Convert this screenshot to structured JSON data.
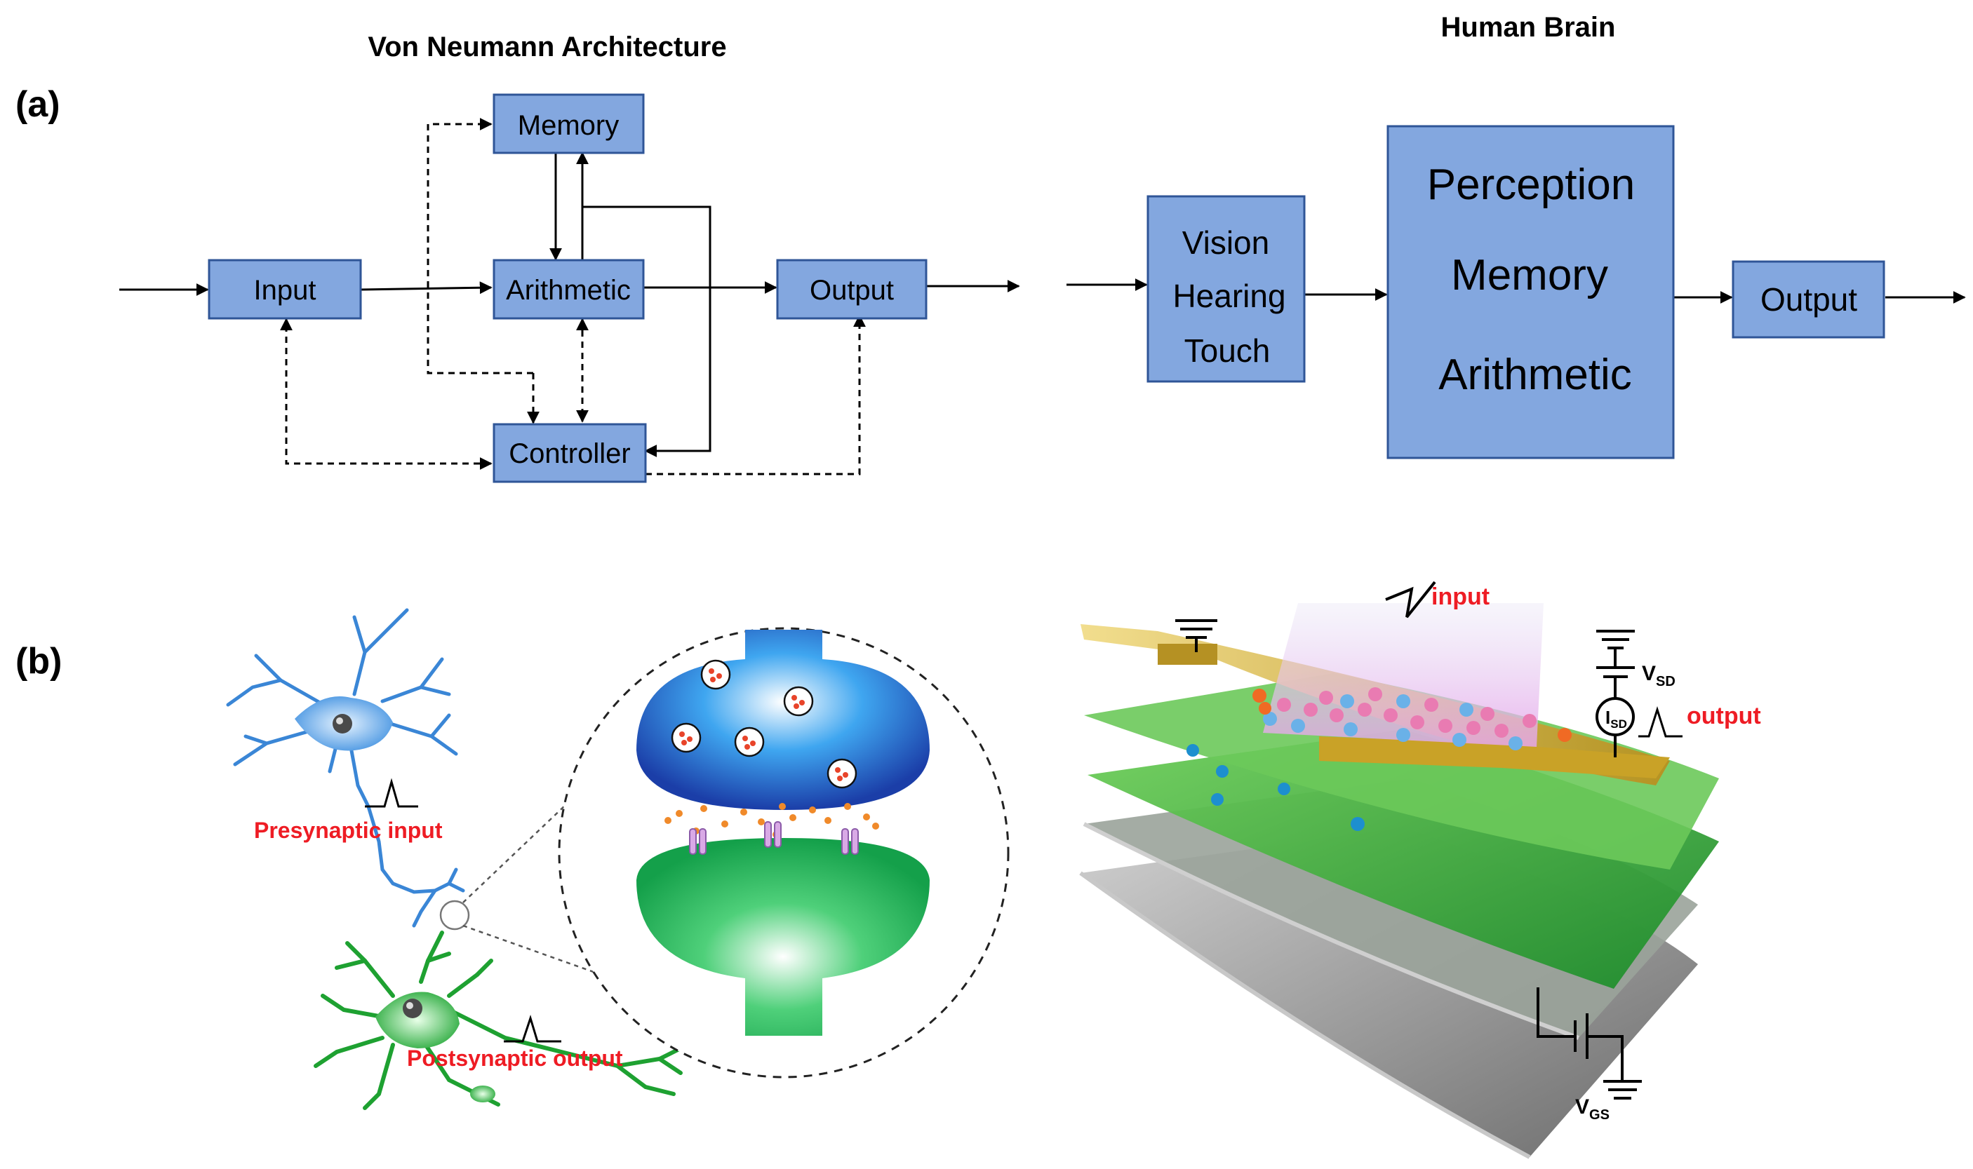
{
  "panel_a": {
    "label": "(a)",
    "von_neumann": {
      "title": "Von Neumann Architecture",
      "memory": "Memory",
      "input": "Input",
      "arithmetic": "Arithmetic",
      "output": "Output",
      "controller": "Controller"
    },
    "human_brain": {
      "title": "Human Brain",
      "senses": [
        "Vision",
        "Hearing",
        "Touch"
      ],
      "processing": [
        "Perception",
        "Memory",
        "Arithmetic"
      ],
      "output": "Output"
    }
  },
  "panel_b": {
    "label": "(b)",
    "presynaptic_label": "Presynaptic input",
    "postsynaptic_label": "Postsynaptic output",
    "device": {
      "input_label": "input",
      "output_label": "output",
      "vsd_main": "V",
      "vsd_sub": "SD",
      "isd_main": "I",
      "isd_sub": "SD",
      "vgs_main": "V",
      "vgs_sub": "GS"
    }
  },
  "colors": {
    "block_fill": "#83a7df",
    "block_stroke": "#2f5597",
    "label_red": "#ee1c24",
    "presynaptic_blue": "#2f7fd8",
    "postsynaptic_green": "#21a535",
    "electrode_gold": "#c9a227"
  }
}
